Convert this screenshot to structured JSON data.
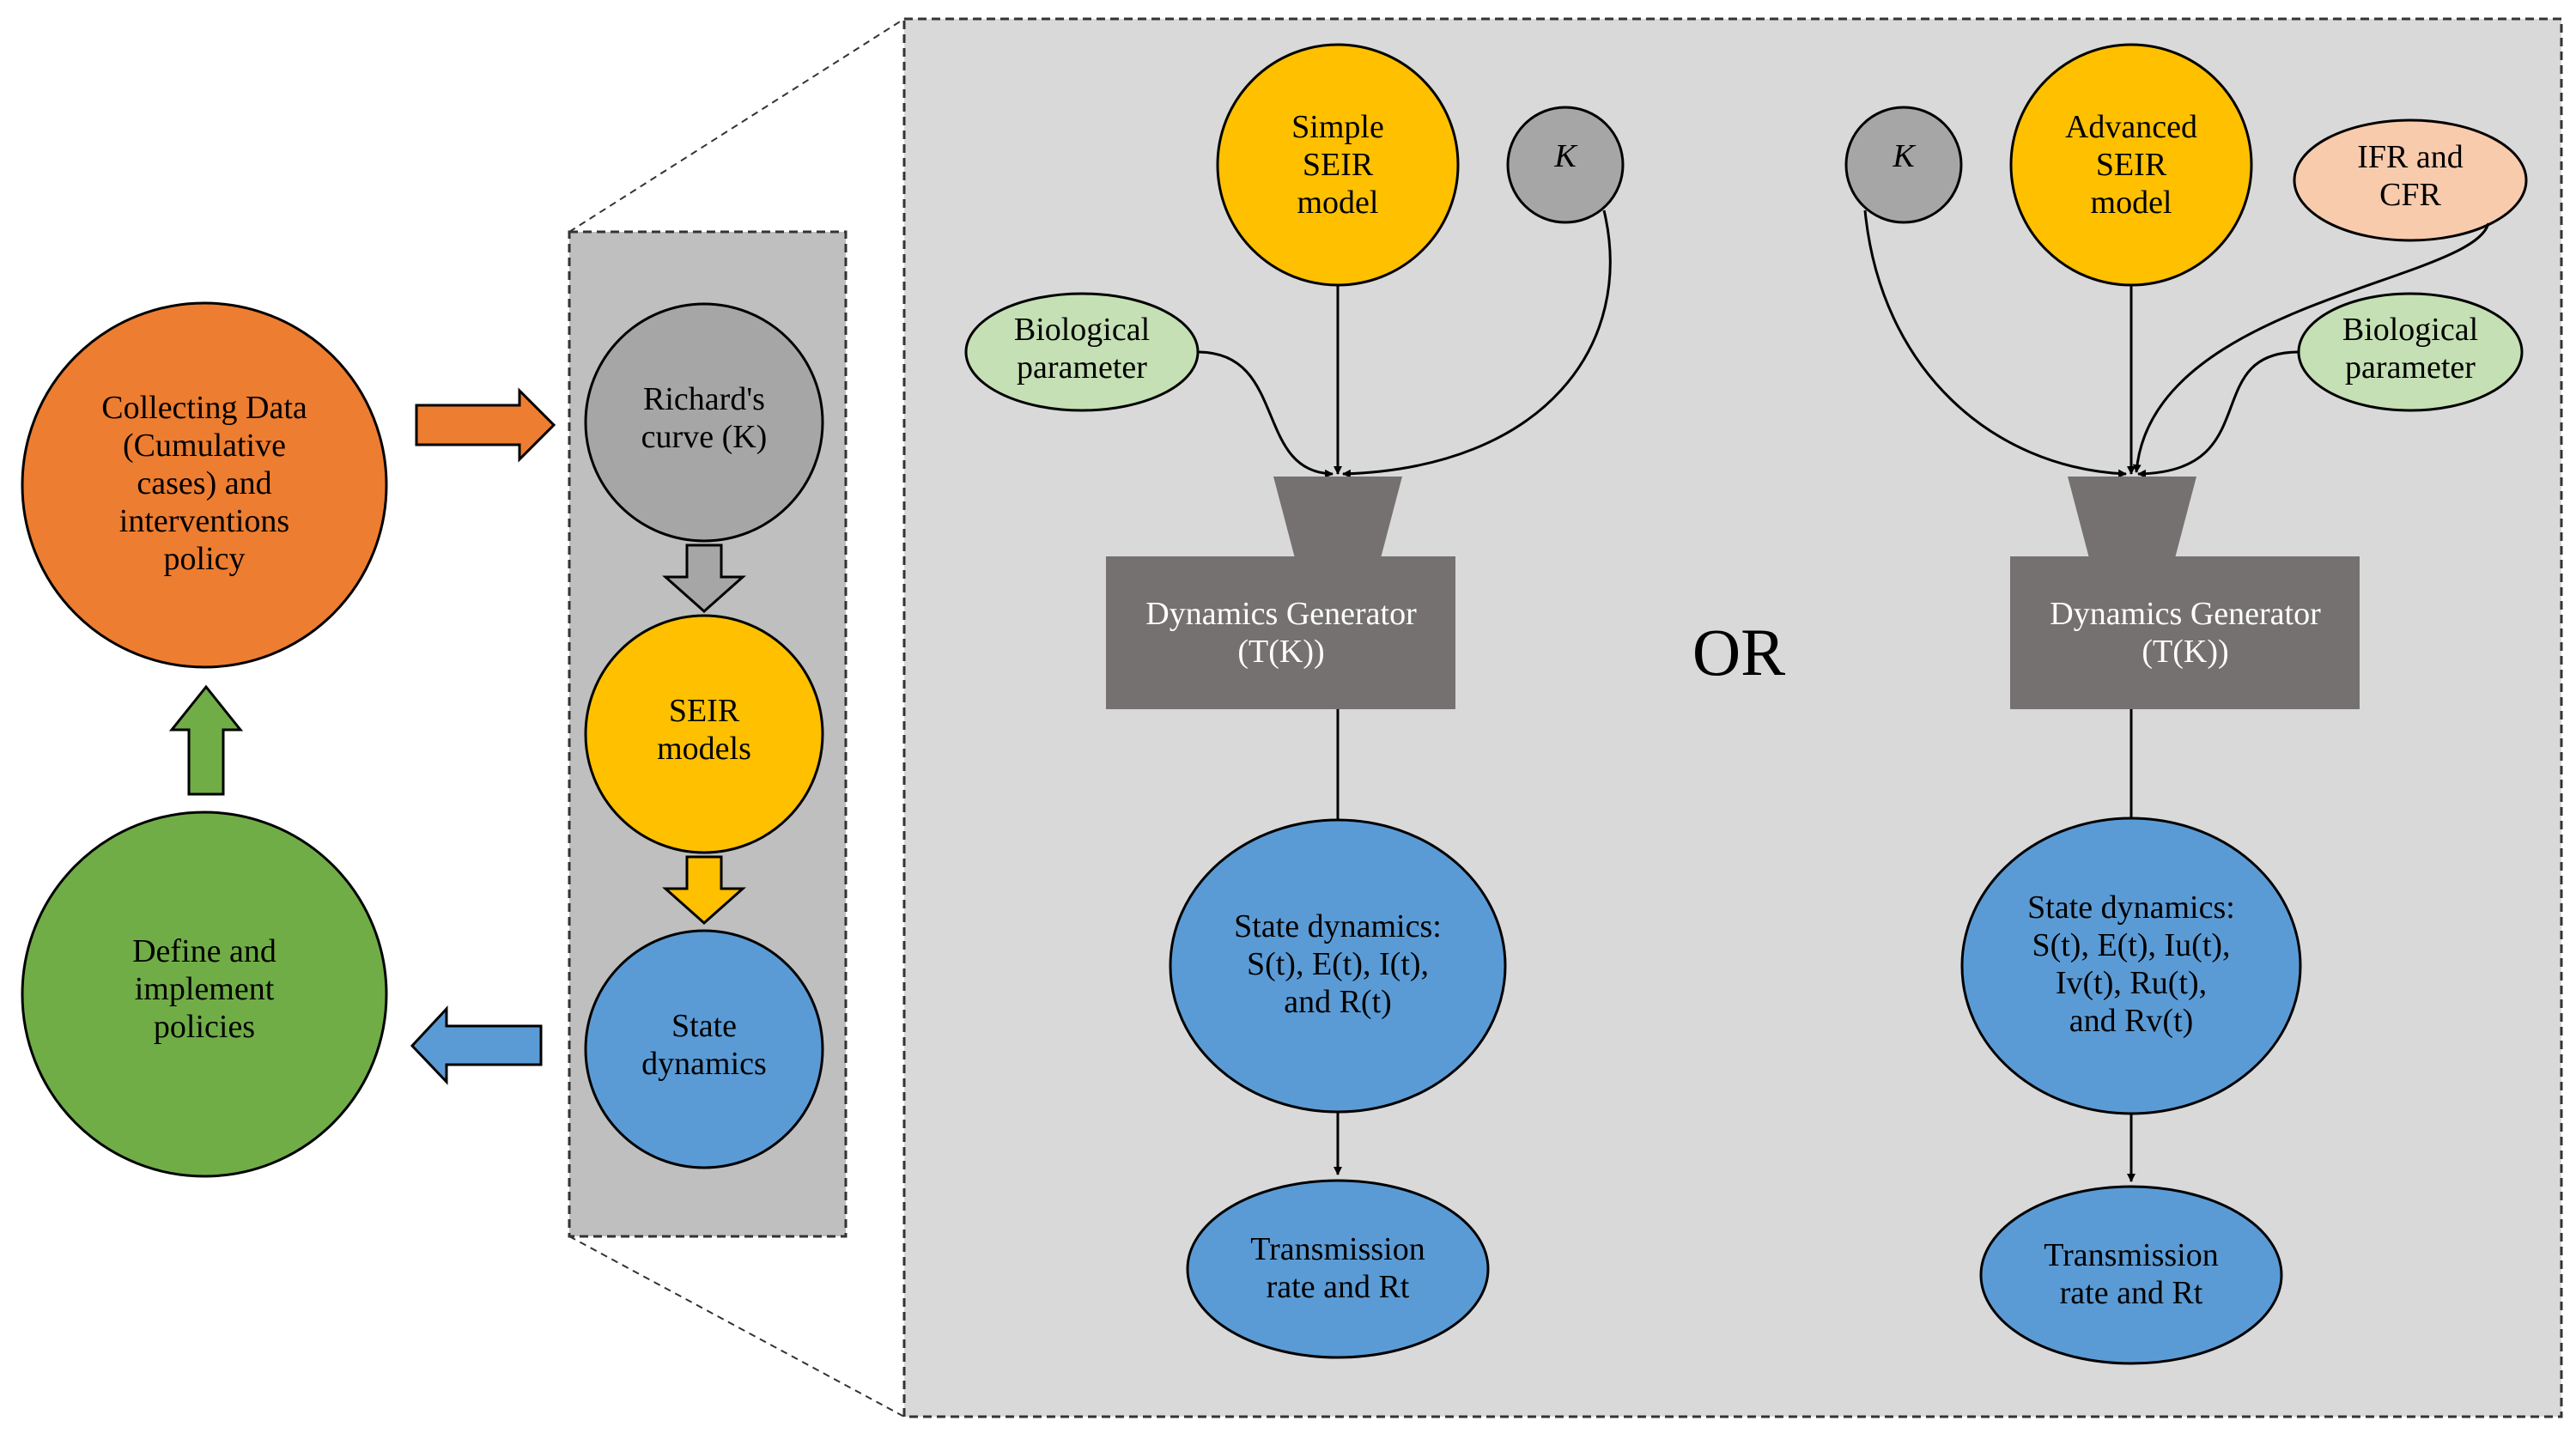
{
  "left": {
    "collect": [
      "Collecting Data",
      "(Cumulative",
      "cases) and",
      "interventions",
      "policy"
    ],
    "define": [
      "Define and",
      "implement",
      "policies"
    ]
  },
  "pipeline": {
    "richard": [
      "Richard's",
      "curve (K)"
    ],
    "seir": [
      "SEIR",
      "models"
    ],
    "state": [
      "State",
      "dynamics"
    ]
  },
  "simple": {
    "model": [
      "Simple",
      "SEIR",
      "model"
    ],
    "k": "K",
    "bio": [
      "Biological",
      "parameter"
    ],
    "generator": [
      "Dynamics Generator",
      "(T(K))"
    ],
    "state": [
      "State dynamics:",
      "S(t), E(t), I(t),",
      "and R(t)"
    ],
    "transmission": [
      "Transmission",
      "rate and Rt"
    ]
  },
  "or_label": "OR",
  "advanced": {
    "k": "K",
    "model": [
      "Advanced",
      "SEIR",
      "model"
    ],
    "ifr": [
      "IFR and",
      "CFR"
    ],
    "bio": [
      "Biological",
      "parameter"
    ],
    "generator": [
      "Dynamics Generator",
      "(T(K))"
    ],
    "state": [
      "State dynamics:",
      "S(t), E(t), Iu(t),",
      "Iv(t), Ru(t),",
      "and Rv(t)"
    ],
    "transmission": [
      "Transmission",
      "rate and Rt"
    ]
  },
  "colors": {
    "orange": "#ED7D31",
    "green": "#70AD47",
    "gray": "#A6A6A6",
    "gold": "#FFC000",
    "blue": "#5B9BD5",
    "lightgreen": "#C5E0B4",
    "peach": "#F8CBAD",
    "generator": "#767171",
    "panel": "#D9D9D9",
    "stack_panel": "#BFBFBF"
  }
}
